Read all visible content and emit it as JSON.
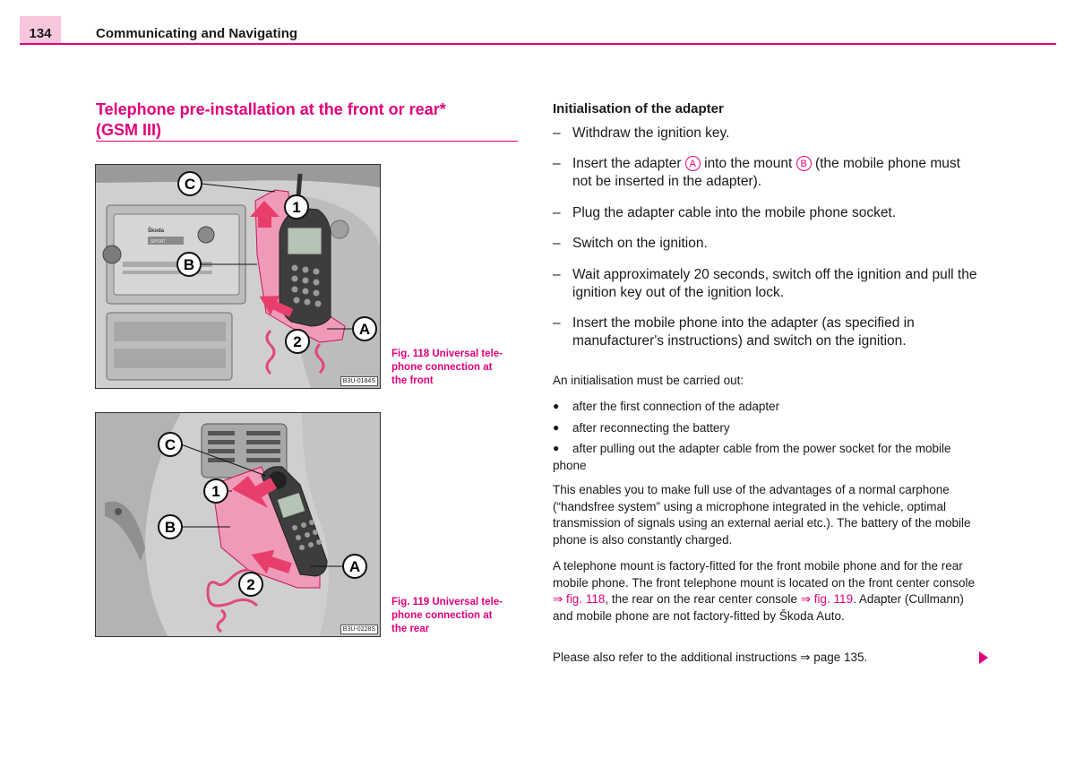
{
  "header": {
    "page_number": "134",
    "title": "Communicating and Navigating"
  },
  "section": {
    "title_line1": "Telephone pre-installation at the front or rear*",
    "title_line2": "(GSM III)"
  },
  "figures": [
    {
      "caption_line1": "Fig. 118   Universal tele-",
      "caption_line2": "phone connection at",
      "caption_line3": "the front",
      "code": "B3U-0184S",
      "labels": {
        "c": "C",
        "one": "1",
        "b": "B",
        "a": "A",
        "two": "2"
      },
      "display_text": "SPORT",
      "radio_brand": "Škoda"
    },
    {
      "caption_line1": "Fig. 119   Universal tele-",
      "caption_line2": "phone connection at",
      "caption_line3": "the rear",
      "code": "B3U-0228S",
      "labels": {
        "c": "C",
        "one": "1",
        "b": "B",
        "a": "A",
        "two": "2"
      }
    }
  ],
  "right": {
    "subheading": "Initialisation of the adapter",
    "steps": {
      "s1": "Withdraw the ignition key.",
      "s2_a": "Insert the adapter ",
      "s2_circle_a": "A",
      "s2_b": " into the mount ",
      "s2_circle_b": "B",
      "s2_c": " (the mobile phone must not be inserted in the adapter).",
      "s3": "Plug the adapter cable into the mobile phone socket.",
      "s4": "Switch on the ignition.",
      "s5": "Wait approximately 20 seconds, switch off the ignition and pull the ignition key out of the ignition lock.",
      "s6": "Insert the mobile phone into the adapter (as specified in manufacturer's instructions) and switch on the ignition.",
      "dash": "–"
    },
    "intro": "An initialisation must be carried out:",
    "bullets": [
      "after the first connection of the adapter",
      "after reconnecting the battery",
      "after pulling out the adapter cable from the power socket for the mobile phone"
    ],
    "bullet_glyph": "●",
    "para1": "This enables you to make full use of the advantages of a normal carphone (“handsfree system” using a microphone integrated in the vehicle, optimal transmission of signals using an external aerial etc.). The battery of the mobile phone is also constantly charged.",
    "para2_a": "A telephone mount is factory-fitted for the front mobile phone and for the rear mobile phone. The front telephone mount is located on the front center console ",
    "para2_link1": "⇒ fig. 118",
    "para2_b": ", the rear on the rear center console ",
    "para2_link2": "⇒ fig. 119",
    "para2_c": ". Adapter (Cullmann) and mobile phone are not factory-fitted by Škoda Auto.",
    "para3": "Please also refer to the additional instructions ⇒ page 135.",
    "colors": {
      "accent": "#e0007a",
      "header_box": "#f7c6dd"
    }
  }
}
